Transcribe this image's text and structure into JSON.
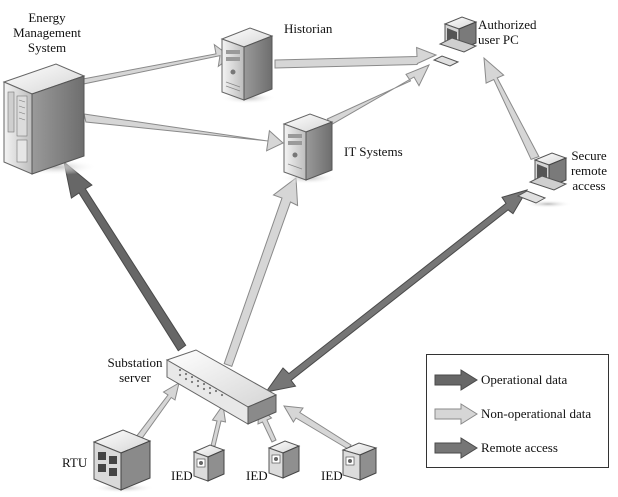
{
  "nodes": {
    "ems": "Energy\nManagement\nSystem",
    "historian": "Historian",
    "authorized_pc": "Authorized\nuser PC",
    "it_systems": "IT Systems",
    "secure_remote": "Secure\nremote\naccess",
    "substation_server": "Substation\nserver",
    "rtu": "RTU",
    "ied_1": "IED",
    "ied_2": "IED",
    "ied_3": "IED"
  },
  "legend": {
    "operational": "Operational data",
    "non_operational": "Non-operational data",
    "remote_access": "Remote access"
  },
  "colors": {
    "operational": "#676767",
    "non_operational": "#d6d6d6",
    "remote_access": "#767676",
    "outline": "#8a8a8a"
  }
}
